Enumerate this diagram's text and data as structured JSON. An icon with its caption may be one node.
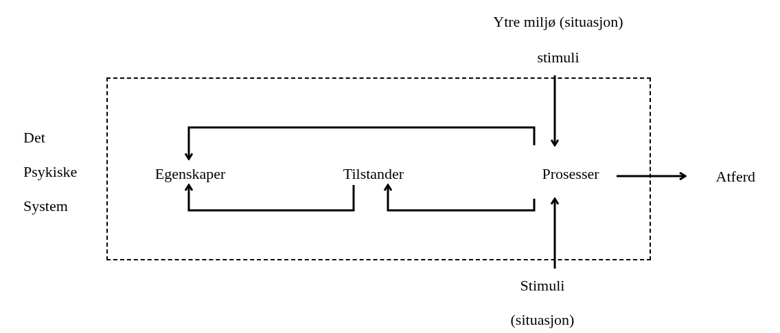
{
  "diagram": {
    "nodes": [
      {
        "text": [],
        "shape": "box",
        "beside": [
          "Det Psykiske System"
        ]
      },
      {
        "text": [
          "Ytre miljø (situasjon) stimuli"
        ]
      },
      {
        "text": [
          "Egenskaper"
        ],
        "in": 0
      },
      {
        "text": [
          "Tilstander"
        ],
        "in": 0
      },
      {
        "text": [
          "Prosesser"
        ],
        "in": 0
      },
      {
        "text": [
          "Atferd"
        ]
      },
      {
        "text": [
          "Stimuli (situasjon)"
        ]
      }
    ],
    "edges": [
      {
        "from": 1,
        "to": 4,
        "arrow": "to"
      },
      {
        "from": 4,
        "to": 2,
        "arrow": "to"
      },
      {
        "from": 3,
        "to": 2,
        "arrow": "to"
      },
      {
        "from": 4,
        "to": 3,
        "arrow": "to"
      },
      {
        "from": 6,
        "to": 4,
        "arrow": "to"
      },
      {
        "from": 4,
        "to": 5,
        "arrow": "to"
      }
    ]
  }
}
